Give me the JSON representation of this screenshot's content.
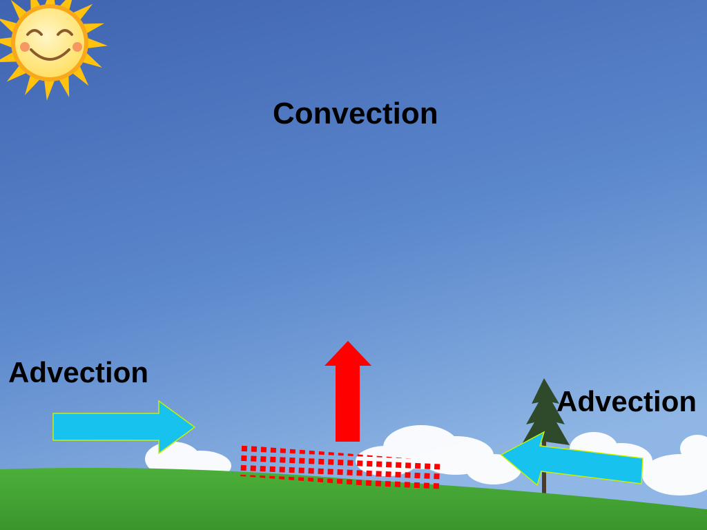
{
  "labels": {
    "convection": "Convection",
    "advection_left": "Advection",
    "advection_right": "Advection"
  },
  "colors": {
    "sky_top": "#3f63b0",
    "sky_mid": "#5b87cc",
    "sky_bottom": "#8fb6e4",
    "grass": "#4caf3a",
    "grass_dark": "#3a962c",
    "convection_arrow": "#ff0000",
    "advection_arrow": "#17c3ee",
    "advection_arrow_edge": "#c8f000",
    "heated_air": "#ff0000",
    "sun_rays": "#ffc20e",
    "sun_face": "#ffe066",
    "cloud": "#ffffff",
    "tree": "#2e4a2a"
  },
  "icons": [
    "sun-icon",
    "tree-icon",
    "cloud-icon"
  ]
}
